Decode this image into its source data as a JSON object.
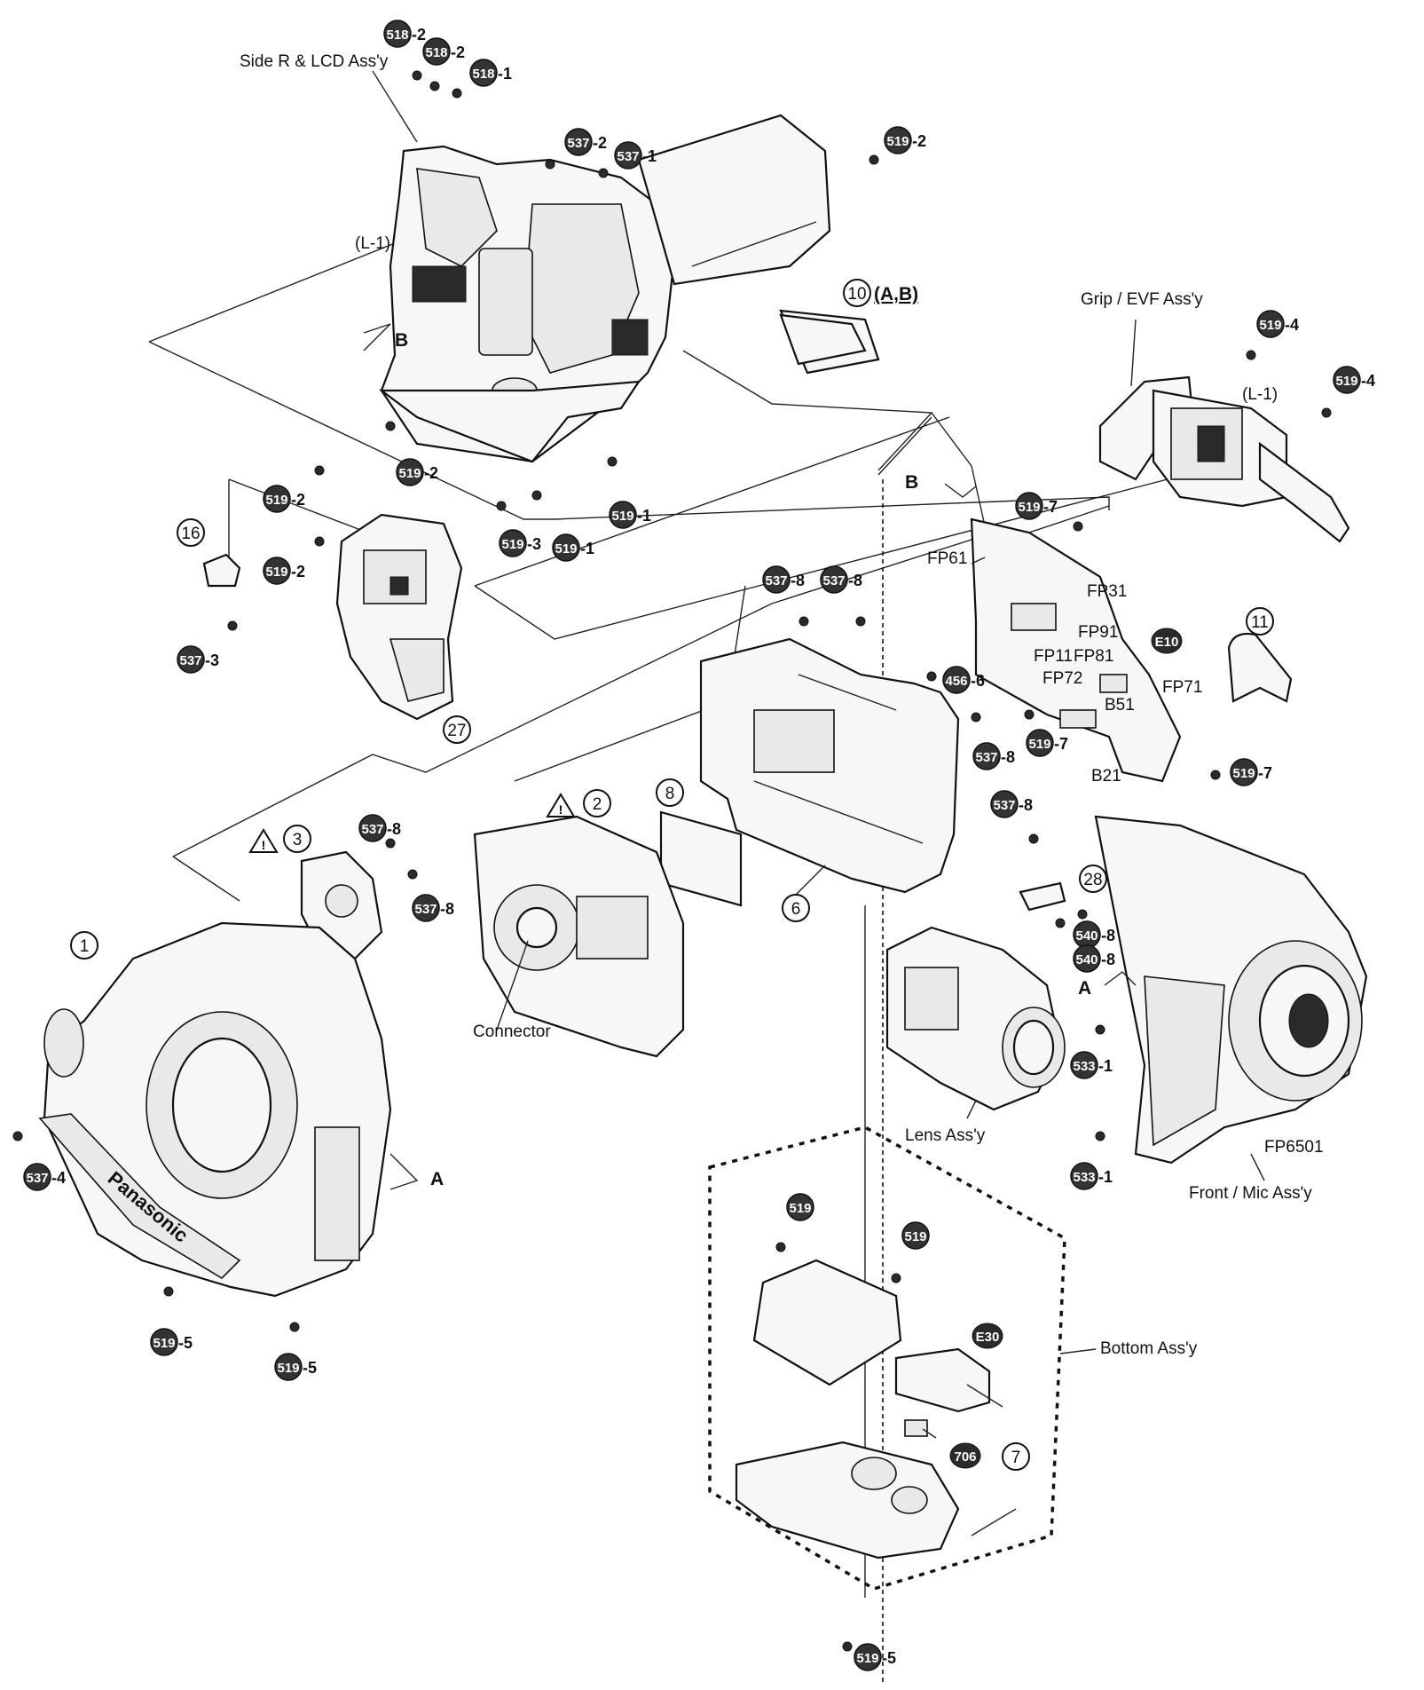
{
  "diagram": {
    "assemblies": {
      "side_r_lcd": "Side R & LCD Ass'y",
      "grip_evf": "Grip / EVF Ass'y",
      "lens": "Lens Ass'y",
      "front_mic": "Front / Mic Ass'y",
      "bottom": "Bottom Ass'y"
    },
    "text_labels": {
      "connector": "Connector",
      "L1_top": "(L-1)",
      "L1_grip": "(L-1)",
      "B_top": "B",
      "B_mid": "B",
      "A_left": "A",
      "A_right": "A",
      "part10_suffix": "(A,B)"
    },
    "board_labels": {
      "fp61": "FP61",
      "fp31": "FP31",
      "fp91": "FP91",
      "fp81": "FP81",
      "fp11": "FP11",
      "fp72": "FP72",
      "fp71": "FP71",
      "b51": "B51",
      "b21": "B21",
      "fp6501": "FP6501"
    },
    "circled_parts": {
      "p1": "1",
      "p2": "2",
      "p3": "3",
      "p6": "6",
      "p7": "7",
      "p8": "8",
      "p10": "10",
      "p11": "11",
      "p16": "16",
      "p27": "27",
      "p28": "28"
    },
    "screws": {
      "s518_2a": {
        "num": "518",
        "suffix": "-2"
      },
      "s518_2b": {
        "num": "518",
        "suffix": "-2"
      },
      "s518_1": {
        "num": "518",
        "suffix": "-1"
      },
      "s537_2": {
        "num": "537",
        "suffix": "-2"
      },
      "s537_1": {
        "num": "537",
        "suffix": "-1"
      },
      "s519_2_top": {
        "num": "519",
        "suffix": "-2"
      },
      "s519_4a": {
        "num": "519",
        "suffix": "-4"
      },
      "s519_4b": {
        "num": "519",
        "suffix": "-4"
      },
      "s519_2_mid": {
        "num": "519",
        "suffix": "-2"
      },
      "s519_1_mid": {
        "num": "519",
        "suffix": "-1"
      },
      "s519_2_l1": {
        "num": "519",
        "suffix": "-2"
      },
      "s519_2_l2": {
        "num": "519",
        "suffix": "-2"
      },
      "s519_3": {
        "num": "519",
        "suffix": "-3"
      },
      "s519_1_b": {
        "num": "519",
        "suffix": "-1"
      },
      "s537_3": {
        "num": "537",
        "suffix": "-3"
      },
      "s519_7a": {
        "num": "519",
        "suffix": "-7"
      },
      "s537_8a": {
        "num": "537",
        "suffix": "-8"
      },
      "s537_8b": {
        "num": "537",
        "suffix": "-8"
      },
      "s456_6": {
        "num": "456",
        "suffix": "-6"
      },
      "s537_8c": {
        "num": "537",
        "suffix": "-8"
      },
      "s519_7b": {
        "num": "519",
        "suffix": "-7"
      },
      "s519_7c": {
        "num": "519",
        "suffix": "-7"
      },
      "s537_8d": {
        "num": "537",
        "suffix": "-8"
      },
      "s537_8e": {
        "num": "537",
        "suffix": "-8"
      },
      "s537_8f": {
        "num": "537",
        "suffix": "-8"
      },
      "s540_8a": {
        "num": "540",
        "suffix": "-8"
      },
      "s540_8b": {
        "num": "540",
        "suffix": "-8"
      },
      "s533_1a": {
        "num": "533",
        "suffix": "-1"
      },
      "s533_1b": {
        "num": "533",
        "suffix": "-1"
      },
      "s537_4": {
        "num": "537",
        "suffix": "-4"
      },
      "s519_5a": {
        "num": "519",
        "suffix": "-5"
      },
      "s519_5b": {
        "num": "519",
        "suffix": "-5"
      },
      "s519_b1": {
        "num": "519",
        "suffix": ""
      },
      "s519_b2": {
        "num": "519",
        "suffix": ""
      },
      "s519_5c": {
        "num": "519",
        "suffix": "-5"
      }
    },
    "board_ids": {
      "e10": "E10",
      "e30": "E30",
      "p706": "706"
    },
    "brand_text": "Panasonic"
  }
}
